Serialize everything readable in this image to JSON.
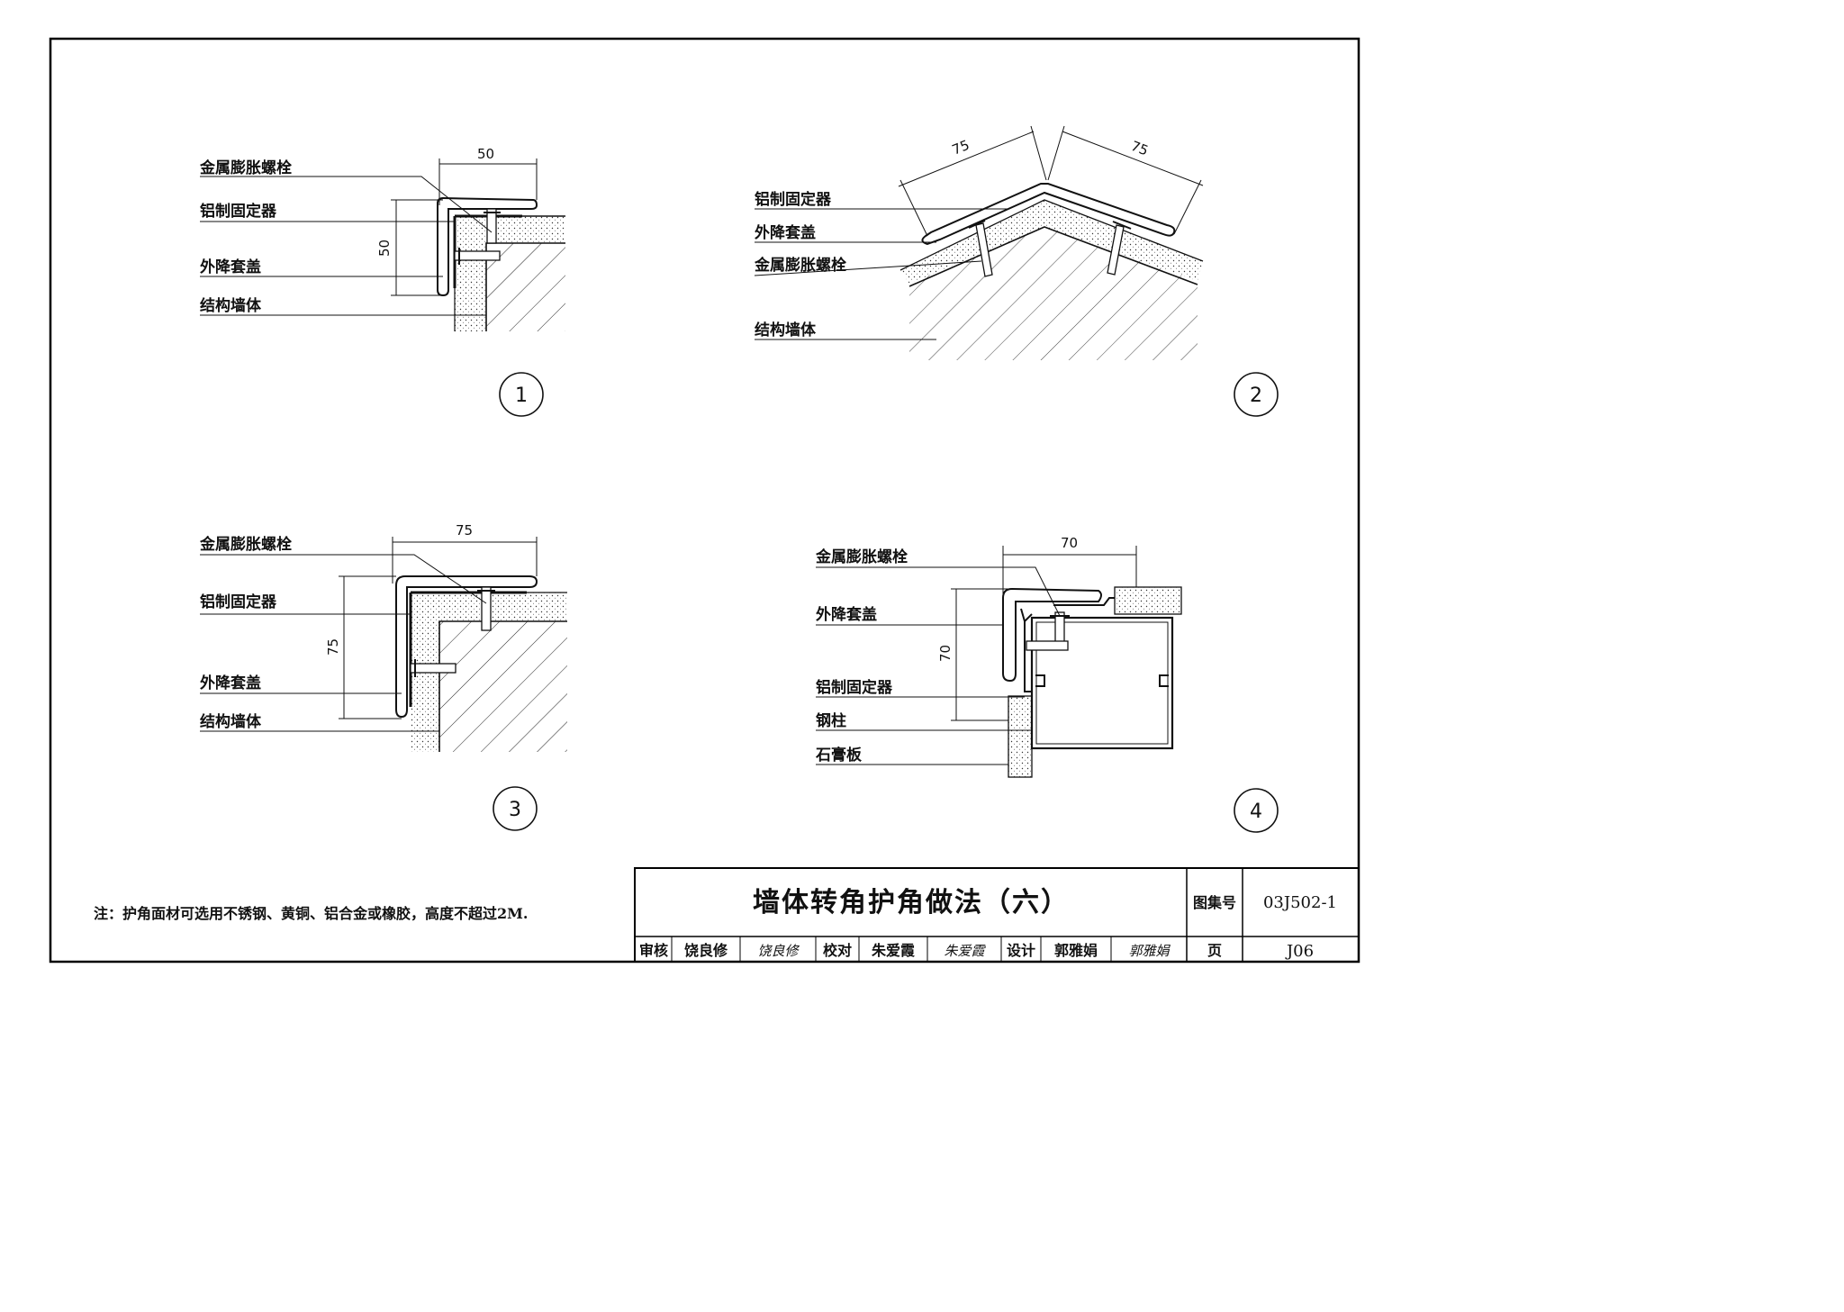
{
  "labels": {
    "bolt": "金属膨胀螺栓",
    "fixer": "铝制固定器",
    "cover": "外降套盖",
    "wall": "结构墙体",
    "column": "钢柱",
    "gypsum": "石膏板"
  },
  "details": [
    {
      "number": "1",
      "dims": [
        "50",
        "50"
      ]
    },
    {
      "number": "2",
      "dims": [
        "75",
        "75"
      ]
    },
    {
      "number": "3",
      "dims": [
        "75",
        "75"
      ]
    },
    {
      "number": "4",
      "dims": [
        "70",
        "70"
      ]
    }
  ],
  "note": "注：护角面材可选用不锈钢、黄铜、铝合金或橡胶，高度不超过2M.",
  "title_block": {
    "title": "墙体转角护角做法（六）",
    "atlas_label": "图集号",
    "atlas_no": "03J502-1",
    "page_label": "页",
    "page_no": "J06",
    "review_label": "审核",
    "reviewer": "饶良修",
    "reviewer_sig": "饶良修",
    "check_label": "校对",
    "checker": "朱爱霞",
    "checker_sig": "朱爱霞",
    "design_label": "设计",
    "designer": "郭雅娟",
    "designer_sig": "郭雅娟"
  }
}
